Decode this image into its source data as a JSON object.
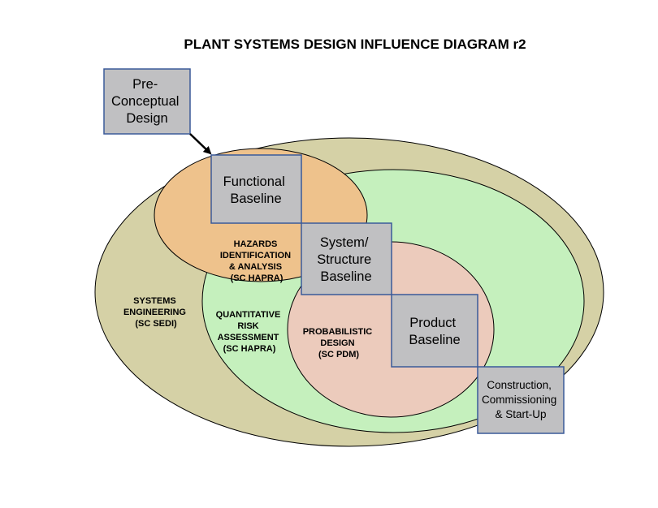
{
  "title": "PLANT SYSTEMS DESIGN INFLUENCE DIAGRAM r2",
  "colors": {
    "systems_engineering": "#d5d1a6",
    "hazards": "#eec28c",
    "quantitative_risk": "#c5f0bd",
    "probabilistic": "#eccbbc",
    "box_fill": "#c0c0c2",
    "box_border": "#3a5a99"
  },
  "regions": {
    "systems_engineering": [
      "SYSTEMS",
      "ENGINEERING",
      "(SC SEDI)"
    ],
    "hazards": [
      "HAZARDS",
      "IDENTIFICATION",
      "& ANALYSIS",
      "(SC HAPRA)"
    ],
    "quantitative_risk": [
      "QUANTITATIVE",
      "RISK",
      "ASSESSMENT",
      "(SC HAPRA)"
    ],
    "probabilistic": [
      "PROBABILISTIC",
      "DESIGN",
      "(SC PDM)"
    ]
  },
  "boxes": {
    "pre_conceptual": [
      "Pre-",
      "Conceptual",
      "Design"
    ],
    "functional": [
      "Functional",
      "Baseline"
    ],
    "system_structure": [
      "System/",
      "Structure",
      "Baseline"
    ],
    "product": [
      "Product",
      "Baseline"
    ],
    "construction": [
      "Construction,",
      "Commissioning",
      "& Start-Up"
    ]
  }
}
